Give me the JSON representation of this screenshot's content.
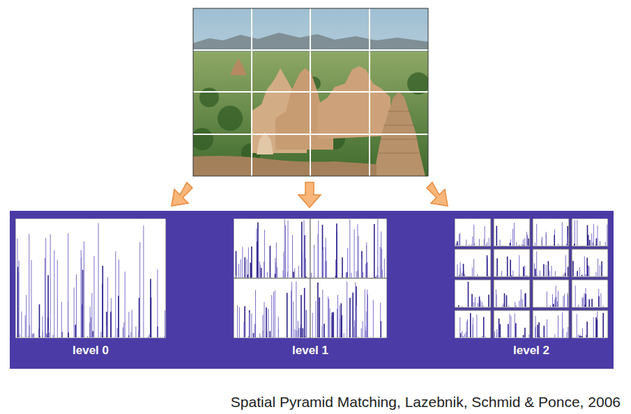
{
  "diagram": {
    "caption": "Spatial Pyramid Matching, Lazebnik, Schmid & Ponce, 2006",
    "nodes": [
      {
        "text": [
          "level 0"
        ]
      },
      {
        "text": [
          "level 1"
        ]
      },
      {
        "text": [
          "level 2"
        ]
      }
    ]
  }
}
